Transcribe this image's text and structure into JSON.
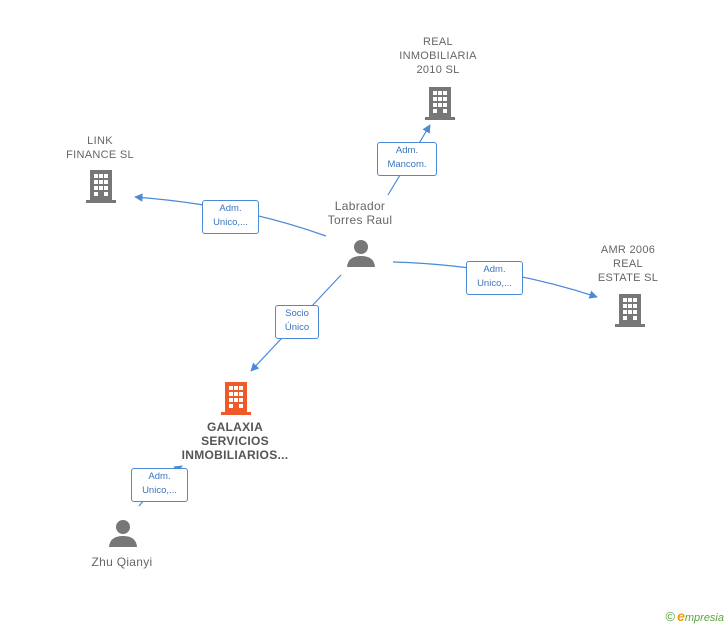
{
  "nodes": {
    "real_inmobiliaria": {
      "label": "REAL\nINMOBILIARIA\n2010  SL",
      "kind": "company"
    },
    "link_finance": {
      "label": "LINK\nFINANCE  SL",
      "kind": "company"
    },
    "amr_2006": {
      "label": "AMR 2006\nREAL\nESTATE  SL",
      "kind": "company"
    },
    "galaxia": {
      "label": "GALAXIA\nSERVICIOS\nINMOBILIARIOS...",
      "kind": "company-focus"
    },
    "labrador": {
      "label": "Labrador\nTorres Raul",
      "kind": "person"
    },
    "zhu_qianyi": {
      "label": "Zhu Qianyi",
      "kind": "person"
    }
  },
  "edges": {
    "to_real": "Adm.\nMancom.",
    "to_link": "Adm.\nUnico,...",
    "to_amr": "Adm.\nUnico,...",
    "to_galaxia": "Socio\nÚnico",
    "zhu_to_galaxia": "Adm.\nUnico,..."
  },
  "colors": {
    "edge": "#4a8ad6",
    "company_icon": "#777777",
    "focus_icon": "#f05a28",
    "person_icon": "#777777"
  },
  "brand": {
    "copyright": "©",
    "initial": "e",
    "name": "mpresia"
  }
}
